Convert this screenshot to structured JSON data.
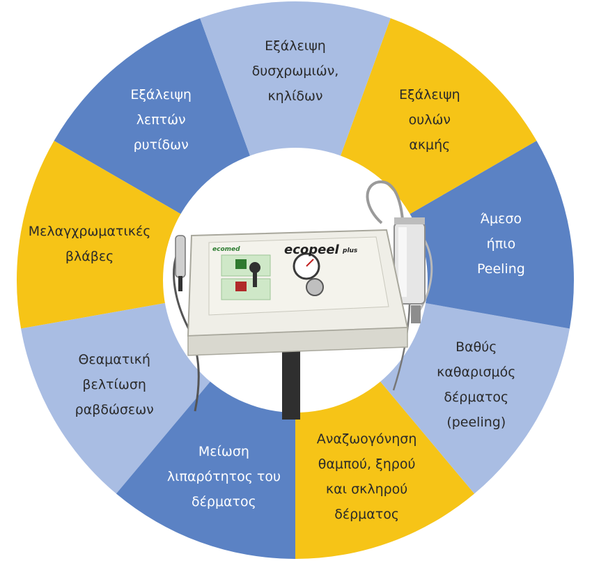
{
  "wheel": {
    "segments": [
      {
        "id": "wrinkles",
        "lines": [
          "Εξάλειψη",
          "λεπτών",
          "ρυτίδων"
        ],
        "fill": "#5b82c4",
        "text": "#ffffff"
      },
      {
        "id": "pigmentation",
        "lines": [
          "Μελαγχρωματικές",
          "βλάβες"
        ],
        "fill": "#f6c417",
        "text": "#2a2a2a"
      },
      {
        "id": "stretch-marks",
        "lines": [
          "Θεαματική",
          "βελτίωση",
          "ραβδώσεων"
        ],
        "fill": "#a9bde3",
        "text": "#2a2a2a"
      },
      {
        "id": "oiliness",
        "lines": [
          "Μείωση",
          "λιπαρότητος του",
          "δέρματος"
        ],
        "fill": "#5b82c4",
        "text": "#ffffff"
      },
      {
        "id": "rejuvenation",
        "lines": [
          "Αναζωογόνηση",
          "θαμπού, ξηρού",
          "και σκληρού",
          "δέρματος"
        ],
        "fill": "#f6c417",
        "text": "#2a2a2a"
      },
      {
        "id": "deep-cleaning",
        "lines": [
          "Βαθύς",
          "καθαρισμός",
          "δέρματος",
          "(peeling)"
        ],
        "fill": "#a9bde3",
        "text": "#2a2a2a"
      },
      {
        "id": "mild-peeling",
        "lines": [
          "Άμεσο",
          "ήπιο",
          "Peeling"
        ],
        "fill": "#5b82c4",
        "text": "#ffffff"
      },
      {
        "id": "acne-scars",
        "lines": [
          "Εξάλειψη",
          "ουλών",
          "ακμής"
        ],
        "fill": "#f6c417",
        "text": "#2a2a2a"
      },
      {
        "id": "discoloration",
        "lines": [
          "Εξάλειψη",
          "δυσχρωμιών,",
          "κηλίδων"
        ],
        "fill": "#a9bde3",
        "text": "#2a2a2a"
      }
    ]
  },
  "device": {
    "brand": "ecopeel",
    "brand_suffix": "plus",
    "panel_label": "ecomed"
  }
}
